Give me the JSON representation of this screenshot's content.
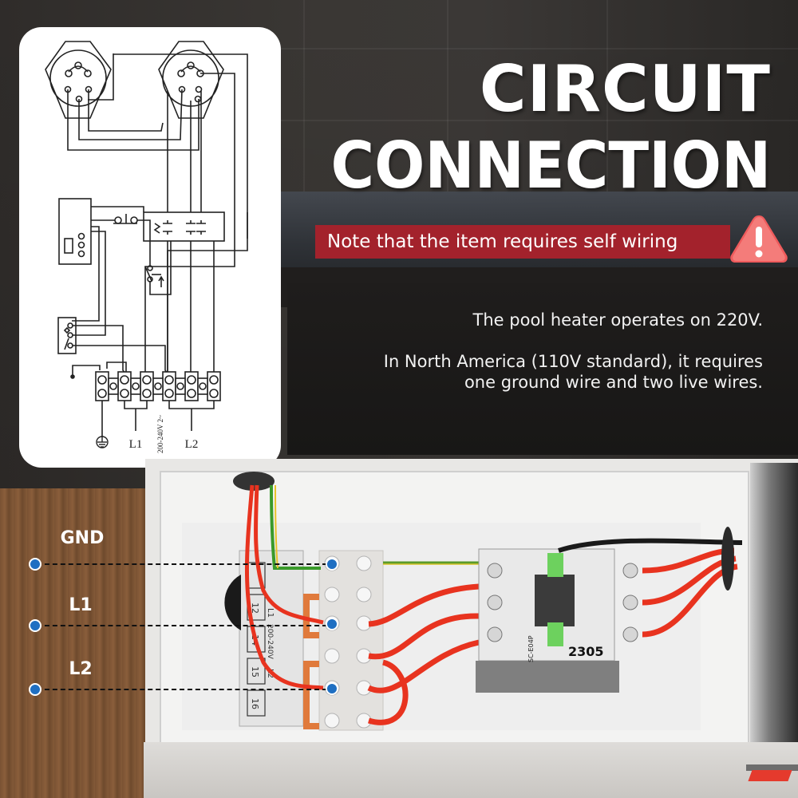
{
  "title": {
    "line1": "CIRCUIT",
    "line2": "CONNECTION"
  },
  "note": {
    "text": "Note that the item requires self wiring",
    "icon": "warning-triangle-icon",
    "bar_color": "#a3222c",
    "icon_color": "#f0575a"
  },
  "description": {
    "line1": "The pool heater operates on 220V.",
    "line2a": "In North America (110V standard), it requires",
    "line2b": "one ground wire and two live wires."
  },
  "diagram": {
    "labels": {
      "ground_symbol": "ground-icon",
      "l1": "L1",
      "l2": "L2",
      "voltage": "200-240V 2~"
    }
  },
  "callouts": [
    {
      "label": "GND",
      "color": "#1f6fc2"
    },
    {
      "label": "L1",
      "color": "#1f6fc2"
    },
    {
      "label": "L2",
      "color": "#1f6fc2"
    }
  ],
  "photo": {
    "contactor_label": "2305",
    "contactor_model": "SC-E04P",
    "terminal_numbers": [
      "12",
      "14",
      "15",
      "16"
    ],
    "terminal_text": [
      "L1",
      "200-240V",
      "L2"
    ]
  }
}
